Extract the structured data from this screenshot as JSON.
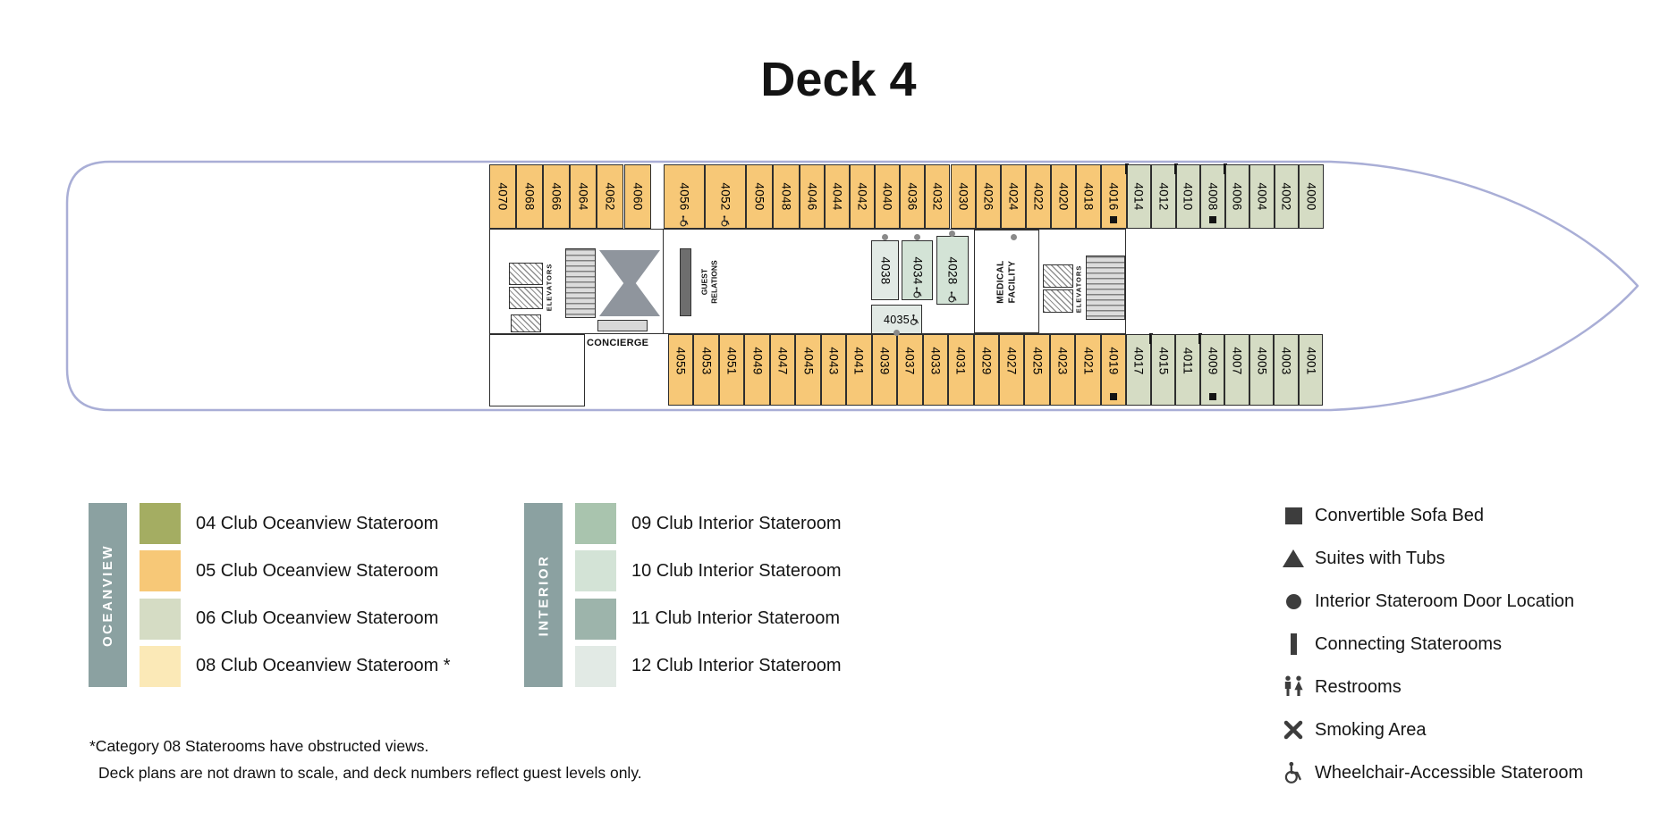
{
  "title": "Deck 4",
  "colors": {
    "hull_outline": "#a9aed6",
    "symbol": "#3d3d3d",
    "legend_bar": "#8ba1a1",
    "cat04": "#a4ad62",
    "cat05": "#f7c877",
    "cat06": "#d5dcc4",
    "cat08": "#fbe9b7",
    "cat09": "#a9c4ae",
    "cat10": "#d3e3d6",
    "cat11": "#9db4ab",
    "cat12": "#e2eae5"
  },
  "deck": {
    "top_row": [
      {
        "num": "4070",
        "cat": "cat05"
      },
      {
        "num": "4068",
        "cat": "cat05"
      },
      {
        "num": "4066",
        "cat": "cat05"
      },
      {
        "num": "4064",
        "cat": "cat05"
      },
      {
        "num": "4062",
        "cat": "cat05"
      },
      {
        "num": "4060",
        "cat": "cat05"
      },
      {
        "num": "4056",
        "cat": "cat05",
        "wide": true,
        "wc": true,
        "gapBefore": true
      },
      {
        "num": "4052",
        "cat": "cat05",
        "wide": true,
        "wc": true
      },
      {
        "num": "4050",
        "cat": "cat05"
      },
      {
        "num": "4048",
        "cat": "cat05"
      },
      {
        "num": "4046",
        "cat": "cat05"
      },
      {
        "num": "4044",
        "cat": "cat05"
      },
      {
        "num": "4042",
        "cat": "cat05"
      },
      {
        "num": "4040",
        "cat": "cat05"
      },
      {
        "num": "4036",
        "cat": "cat05"
      },
      {
        "num": "4032",
        "cat": "cat05"
      },
      {
        "num": "4030",
        "cat": "cat05"
      },
      {
        "num": "4026",
        "cat": "cat05"
      },
      {
        "num": "4024",
        "cat": "cat05"
      },
      {
        "num": "4022",
        "cat": "cat05"
      },
      {
        "num": "4020",
        "cat": "cat05"
      },
      {
        "num": "4018",
        "cat": "cat05"
      },
      {
        "num": "4016",
        "cat": "cat05",
        "sofa": true,
        "connRight": true
      },
      {
        "num": "4014",
        "cat": "cat06"
      },
      {
        "num": "4012",
        "cat": "cat06",
        "connRight": true
      },
      {
        "num": "4010",
        "cat": "cat06"
      },
      {
        "num": "4008",
        "cat": "cat06",
        "sofa": true,
        "connRight": true
      },
      {
        "num": "4006",
        "cat": "cat06"
      },
      {
        "num": "4004",
        "cat": "cat06"
      },
      {
        "num": "4002",
        "cat": "cat06"
      },
      {
        "num": "4000",
        "cat": "cat06"
      }
    ],
    "bottom_row": [
      {
        "num": "4055",
        "cat": "cat05"
      },
      {
        "num": "4053",
        "cat": "cat05"
      },
      {
        "num": "4051",
        "cat": "cat05"
      },
      {
        "num": "4049",
        "cat": "cat05"
      },
      {
        "num": "4047",
        "cat": "cat05"
      },
      {
        "num": "4045",
        "cat": "cat05"
      },
      {
        "num": "4043",
        "cat": "cat05"
      },
      {
        "num": "4041",
        "cat": "cat05"
      },
      {
        "num": "4039",
        "cat": "cat05"
      },
      {
        "num": "4037",
        "cat": "cat05"
      },
      {
        "num": "4033",
        "cat": "cat05"
      },
      {
        "num": "4031",
        "cat": "cat05"
      },
      {
        "num": "4029",
        "cat": "cat05"
      },
      {
        "num": "4027",
        "cat": "cat05"
      },
      {
        "num": "4025",
        "cat": "cat05"
      },
      {
        "num": "4023",
        "cat": "cat05"
      },
      {
        "num": "4021",
        "cat": "cat05"
      },
      {
        "num": "4019",
        "cat": "cat05",
        "sofa": true
      },
      {
        "num": "4017",
        "cat": "cat06",
        "connRight": true
      },
      {
        "num": "4015",
        "cat": "cat06"
      },
      {
        "num": "4011",
        "cat": "cat06",
        "connRight": true
      },
      {
        "num": "4009",
        "cat": "cat06",
        "sofa": true
      },
      {
        "num": "4007",
        "cat": "cat06"
      },
      {
        "num": "4005",
        "cat": "cat06"
      },
      {
        "num": "4003",
        "cat": "cat06"
      },
      {
        "num": "4001",
        "cat": "cat06"
      }
    ],
    "mid_cabins": [
      {
        "num": "4038",
        "cat": "cat12"
      },
      {
        "num": "4034",
        "cat": "cat10",
        "wc": true
      },
      {
        "num": "4028",
        "cat": "cat10",
        "wc": true
      },
      {
        "num": "4035",
        "cat": "cat12",
        "wc": true,
        "horizontal": true
      }
    ],
    "facilities": {
      "elevators_left": "ELEVATORS",
      "elevators_right": "ELEVATORS",
      "guest_relations": "GUEST RELATIONS",
      "medical": "MEDICAL FACILITY",
      "concierge": "CONCIERGE"
    }
  },
  "legend": {
    "oceanview": {
      "bar_label": "OCEANVIEW",
      "items": [
        {
          "cat": "cat04",
          "label": "04 Club Oceanview Stateroom"
        },
        {
          "cat": "cat05",
          "label": "05 Club Oceanview Stateroom"
        },
        {
          "cat": "cat06",
          "label": "06 Club Oceanview Stateroom"
        },
        {
          "cat": "cat08",
          "label": "08 Club Oceanview Stateroom *"
        }
      ]
    },
    "interior": {
      "bar_label": "INTERIOR",
      "items": [
        {
          "cat": "cat09",
          "label": "09 Club Interior Stateroom"
        },
        {
          "cat": "cat10",
          "label": "10 Club Interior Stateroom"
        },
        {
          "cat": "cat11",
          "label": "11 Club Interior Stateroom"
        },
        {
          "cat": "cat12",
          "label": "12 Club Interior Stateroom"
        }
      ]
    },
    "symbols": [
      {
        "icon": "square-icon",
        "label": "Convertible Sofa Bed"
      },
      {
        "icon": "triangle-icon",
        "label": "Suites with Tubs"
      },
      {
        "icon": "circle-icon",
        "label": "Interior Stateroom Door Location"
      },
      {
        "icon": "bar-icon",
        "label": "Connecting Staterooms"
      },
      {
        "icon": "restrooms-icon",
        "label": "Restrooms"
      },
      {
        "icon": "x-icon",
        "label": "Smoking Area"
      },
      {
        "icon": "wheelchair-icon",
        "label": "Wheelchair-Accessible Stateroom"
      }
    ]
  },
  "footnotes": [
    "*Category 08 Staterooms have obstructed views.",
    "Deck plans are not drawn to scale, and deck numbers reflect guest levels only."
  ]
}
